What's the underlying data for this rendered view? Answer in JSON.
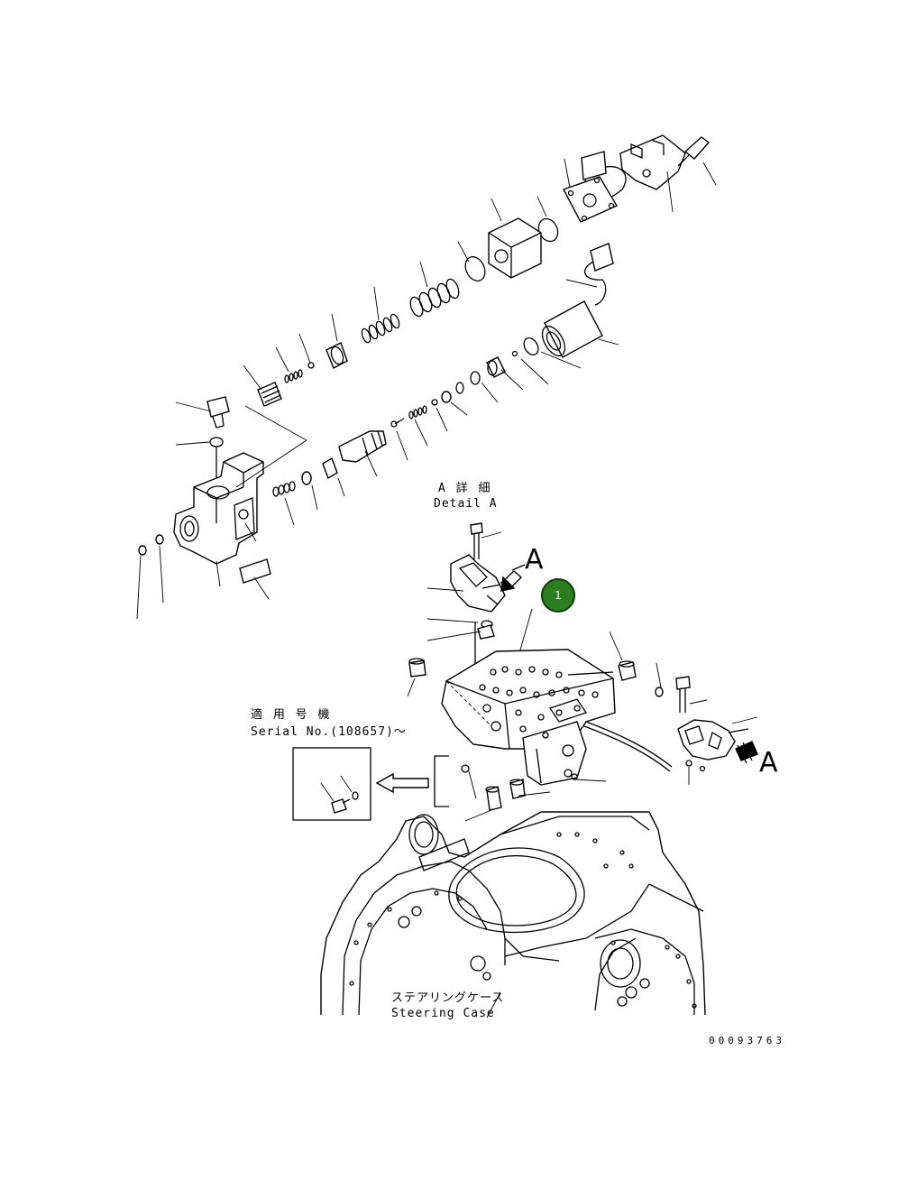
{
  "detail": {
    "callout_letter": "A",
    "title_jp": "A 詳 細",
    "title_en": "Detail A"
  },
  "serial": {
    "label_jp": "適 用 号 機",
    "label_en": "Serial No.(108657)〜"
  },
  "case": {
    "label_jp": "ステアリングケース",
    "label_en": "Steering Case"
  },
  "callout_badge": "1",
  "drawing_number": "00093763",
  "colors": {
    "badge_fill": "#2e7d23",
    "badge_border": "#0d3d0b",
    "line": "#000000"
  }
}
